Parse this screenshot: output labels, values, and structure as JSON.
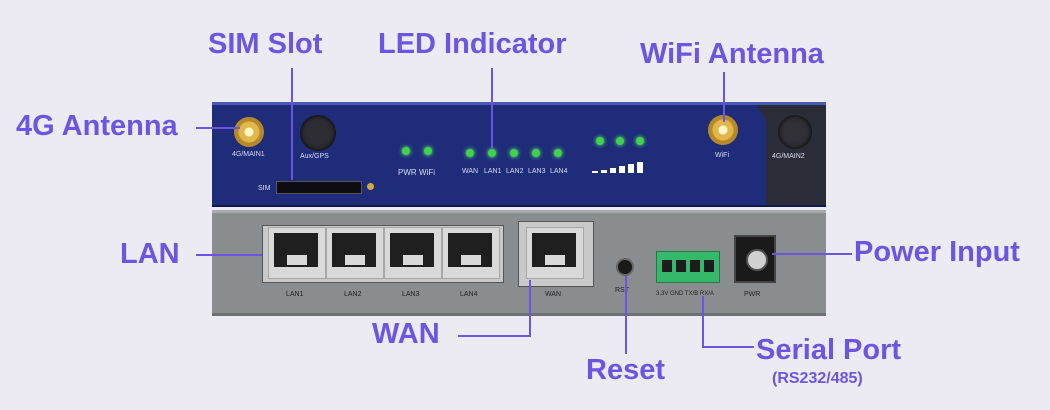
{
  "labels": {
    "sim_slot": "SIM Slot",
    "led_indicator": "LED Indicator",
    "wifi_antenna": "WiFi Antenna",
    "antenna_4g": "4G Antenna",
    "lan": "LAN",
    "power_input": "Power Input",
    "wan": "WAN",
    "reset": "Reset",
    "serial_port": "Serial Port",
    "serial_port_sub": "(RS232/485)"
  },
  "front_panel": {
    "ant_4g_main1": "4G/MAIN1",
    "aux_gps": "Aux/GPS",
    "sim": "SIM",
    "pwr": "PWR",
    "wifi": "WiFi",
    "wan": "WAN",
    "lan1": "LAN1",
    "lan2": "LAN2",
    "lan3": "LAN3",
    "lan4": "LAN4",
    "wifi_ant": "WiFi",
    "ant_4g_main2": "4G/MAIN2"
  },
  "back_panel": {
    "lan1": "LAN1",
    "lan2": "LAN2",
    "lan3": "LAN3",
    "lan4": "LAN4",
    "wan": "WAN",
    "rst": "RST",
    "serial_pins": "3.3V GND TX/B RX/A",
    "pwr": "PWR"
  },
  "colors": {
    "label": "#6c55e3",
    "front_panel": "#22337f",
    "back_panel": "#8a8d90",
    "led": "#3fd24a",
    "terminal": "#35b86a"
  }
}
